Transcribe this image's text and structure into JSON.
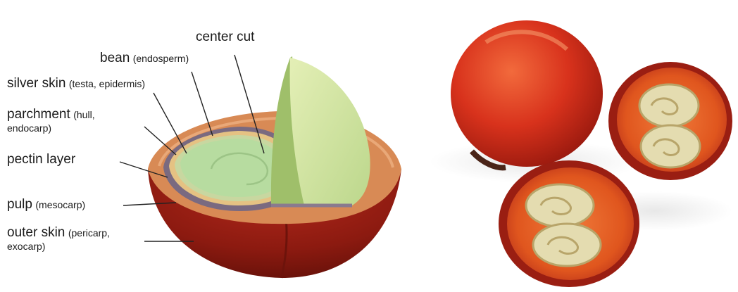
{
  "diagram": {
    "labels": {
      "center_cut": {
        "main": "center cut",
        "sub": ""
      },
      "bean": {
        "main": "bean",
        "sub": "(endosperm)"
      },
      "silver_skin": {
        "main": "silver skin",
        "sub": "(testa, epidermis)"
      },
      "parchment": {
        "main": "parchment",
        "sub": "(hull,",
        "sub2": "endocarp)"
      },
      "pectin_layer": {
        "main": "pectin layer",
        "sub": ""
      },
      "pulp": {
        "main": "pulp",
        "sub": "(mesocarp)"
      },
      "outer_skin": {
        "main": "outer skin",
        "sub": "(pericarp,",
        "sub2": "exocarp)"
      }
    },
    "colors": {
      "outer_skin": "#8c1a10",
      "pulp": "#d88a55",
      "pectin": "#7a6a80",
      "parchment": "#e5c283",
      "silver_skin": "#c8d7a0",
      "bean": "#b7dca0",
      "center_cut_face": "#d6e6a4"
    }
  },
  "photo": {
    "colors": {
      "cherry_red": "#d8321c",
      "cut_flesh": "#e0561e",
      "bean": "#e4dcb0"
    }
  }
}
